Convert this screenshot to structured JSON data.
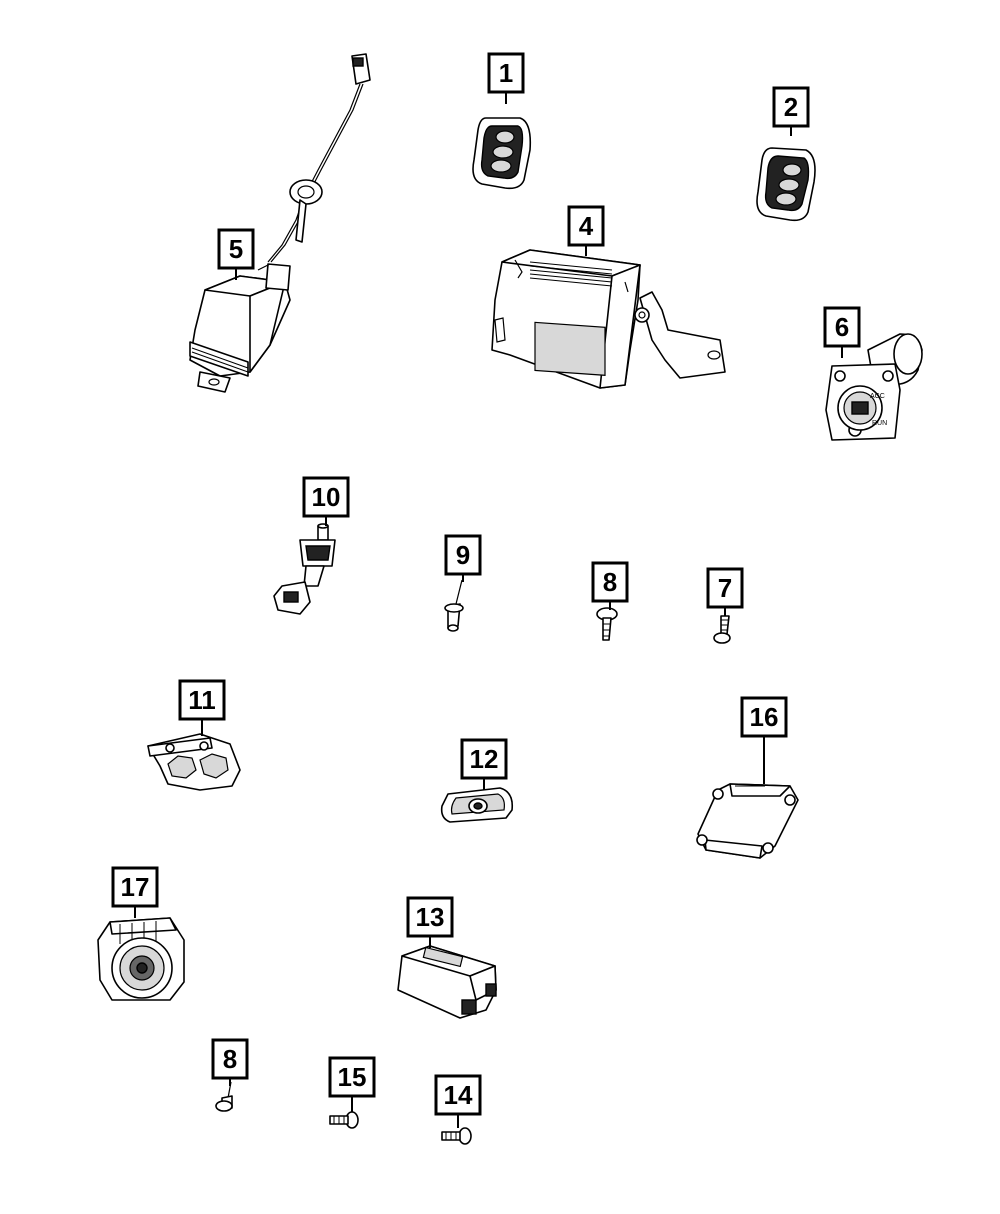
{
  "diagram": {
    "callouts": [
      {
        "id": "c1",
        "label": "1"
      },
      {
        "id": "c2",
        "label": "2"
      },
      {
        "id": "c4",
        "label": "4"
      },
      {
        "id": "c5",
        "label": "5"
      },
      {
        "id": "c6",
        "label": "6"
      },
      {
        "id": "c10",
        "label": "10"
      },
      {
        "id": "c9",
        "label": "9"
      },
      {
        "id": "c8a",
        "label": "8"
      },
      {
        "id": "c7",
        "label": "7"
      },
      {
        "id": "c11",
        "label": "11"
      },
      {
        "id": "c16",
        "label": "16"
      },
      {
        "id": "c12",
        "label": "12"
      },
      {
        "id": "c17",
        "label": "17"
      },
      {
        "id": "c13",
        "label": "13"
      },
      {
        "id": "c8b",
        "label": "8"
      },
      {
        "id": "c15",
        "label": "15"
      },
      {
        "id": "c14",
        "label": "14"
      }
    ],
    "parts": [
      {
        "callout": "1",
        "icon": "key-fob-icon"
      },
      {
        "callout": "2",
        "icon": "key-fob-icon"
      },
      {
        "callout": "4",
        "icon": "control-module-icon"
      },
      {
        "callout": "5",
        "icon": "antenna-module-icon"
      },
      {
        "callout": "6",
        "icon": "ignition-switch-icon"
      },
      {
        "callout": "10",
        "icon": "sensor-connector-icon"
      },
      {
        "callout": "9",
        "icon": "rivet-icon"
      },
      {
        "callout": "8",
        "icon": "bolt-icon"
      },
      {
        "callout": "7",
        "icon": "screw-icon"
      },
      {
        "callout": "11",
        "icon": "bracket-icon"
      },
      {
        "callout": "16",
        "icon": "module-icon"
      },
      {
        "callout": "12",
        "icon": "bezel-icon"
      },
      {
        "callout": "17",
        "icon": "siren-icon"
      },
      {
        "callout": "13",
        "icon": "receiver-module-icon"
      },
      {
        "callout": "8",
        "icon": "bolt-icon"
      },
      {
        "callout": "15",
        "icon": "push-pin-icon"
      },
      {
        "callout": "14",
        "icon": "push-pin-icon"
      }
    ],
    "colors": {
      "line": "#000000",
      "background": "#ffffff"
    }
  }
}
